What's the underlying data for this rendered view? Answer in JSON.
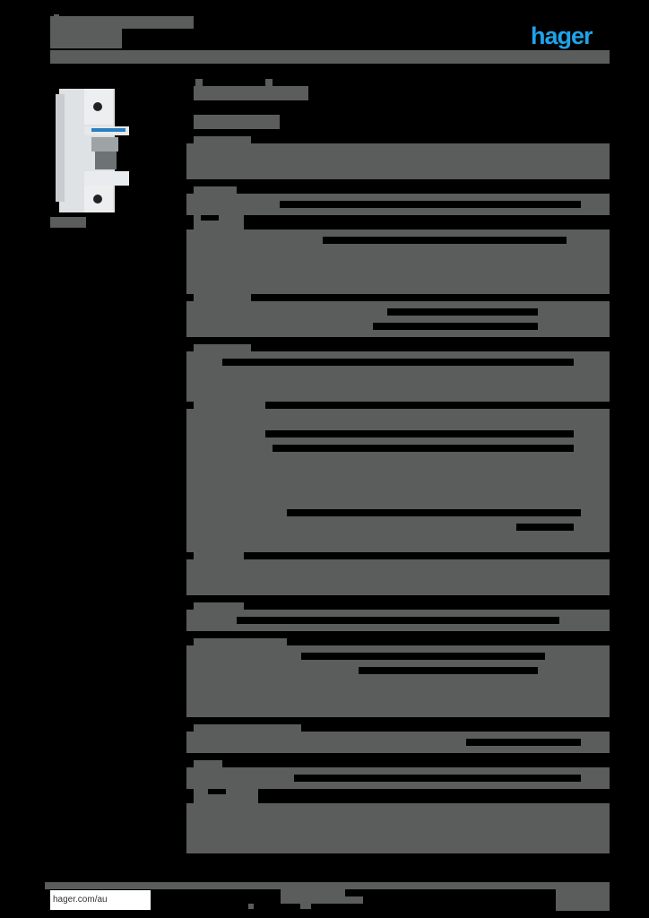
{
  "header": {
    "title": "[redacted title]",
    "subtitle": "[redacted subtitle]",
    "brand": "hager",
    "brand_color": "#1fa3e8"
  },
  "product": {
    "image_alt": "single-pole miniature circuit breaker",
    "caption": "[redacted caption]"
  },
  "main": {
    "heading": "[redacted heading]",
    "subheading": "[redacted subheading]",
    "sections": [
      {
        "title": "[redacted]"
      },
      {
        "title": "[redacted]"
      },
      {
        "title": "[redacted]"
      },
      {
        "title": "[redacted]"
      },
      {
        "title": "[redacted]"
      },
      {
        "title": "[redacted]"
      },
      {
        "title": "[redacted]"
      },
      {
        "title": "[redacted]"
      },
      {
        "title": "[redacted]"
      },
      {
        "title": "[redacted]"
      },
      {
        "title": "[redacted]"
      },
      {
        "title": "[redacted]"
      }
    ]
  },
  "footer": {
    "url": "hager.com/au",
    "center_text": "[redacted]",
    "page_info": "[redacted]"
  },
  "colors": {
    "redaction_gray": "#5b5c5c",
    "background": "#000000"
  }
}
